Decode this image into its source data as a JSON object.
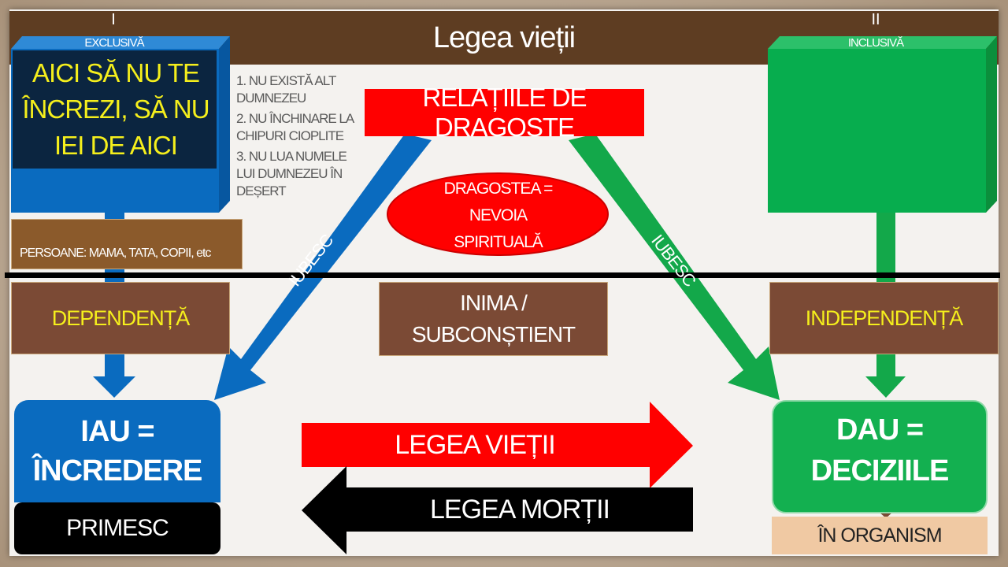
{
  "header": {
    "title": "Legea vieții",
    "left_num": "I",
    "left_label": "EXCLUSIVĂ",
    "right_num": "II",
    "right_label": "INCLUSIVĂ"
  },
  "left_box": {
    "faint_lines": [
      "1. NU EXISTĂ ALT DUMNEZEU",
      "2. NU ÎNCHINARE LA CHIPURI CIOPLITE",
      "3. NU LUA NUMELE LUI DUMNEZEU ÎN DEȘERT"
    ],
    "overlay": "AICI SĂ NU TE ÎNCREZI, SĂ NU IEI DE AICI"
  },
  "persons": "PERSOANE: MAMA, TATA, COPII, etc",
  "relations": "RELAȚIILE DE DRAGOSTE",
  "love_need": "DRAGOSTEA = NEVOIA SPIRITUALĂ",
  "love_left": "IUBESC",
  "love_right": "IUBESC",
  "dependence": "DEPENDENȚĂ",
  "heart": "INIMA / SUBCONȘTIENT",
  "independence": "INDEPENDENȚĂ",
  "take": "IAU = ÎNCREDERE",
  "receive": "PRIMESC",
  "give": "DAU = DECIZIILE",
  "organism": "ÎN ORGANISM",
  "law_life": "LEGEA VIEȚII",
  "law_death": "LEGEA MORȚII",
  "colors": {
    "blue": "#0a6bbf",
    "green": "#13a84a",
    "brown": "#7b4a35",
    "red": "#ff0000",
    "yellow": "#f5ef1c"
  }
}
